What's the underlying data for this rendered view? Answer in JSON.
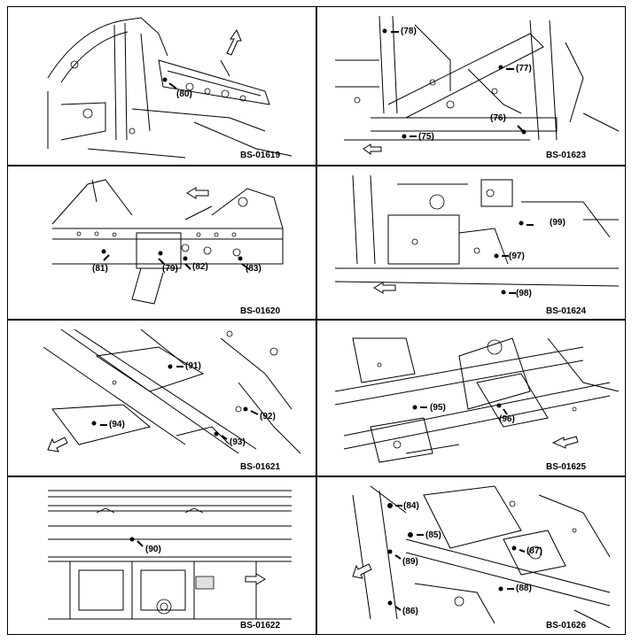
{
  "panels": [
    {
      "code": "BS-01619",
      "callouts": [
        "(80)"
      ]
    },
    {
      "code": "BS-01623",
      "callouts": [
        "(78)",
        "(77)",
        "(76)",
        "(75)"
      ]
    },
    {
      "code": "BS-01620",
      "callouts": [
        "(81)",
        "(79)",
        "(82)",
        "(83)"
      ]
    },
    {
      "code": "BS-01624",
      "callouts": [
        "(99)",
        "(97)",
        "(98)"
      ]
    },
    {
      "code": "BS-01621",
      "callouts": [
        "(91)",
        "(92)",
        "(94)",
        "(93)"
      ]
    },
    {
      "code": "BS-01625",
      "callouts": [
        "(95)",
        "(96)"
      ]
    },
    {
      "code": "BS-01622",
      "callouts": [
        "(90)"
      ]
    },
    {
      "code": "BS-01626",
      "callouts": [
        "(84)",
        "(85)",
        "(89)",
        "(87)",
        "(88)",
        "(86)"
      ]
    }
  ]
}
